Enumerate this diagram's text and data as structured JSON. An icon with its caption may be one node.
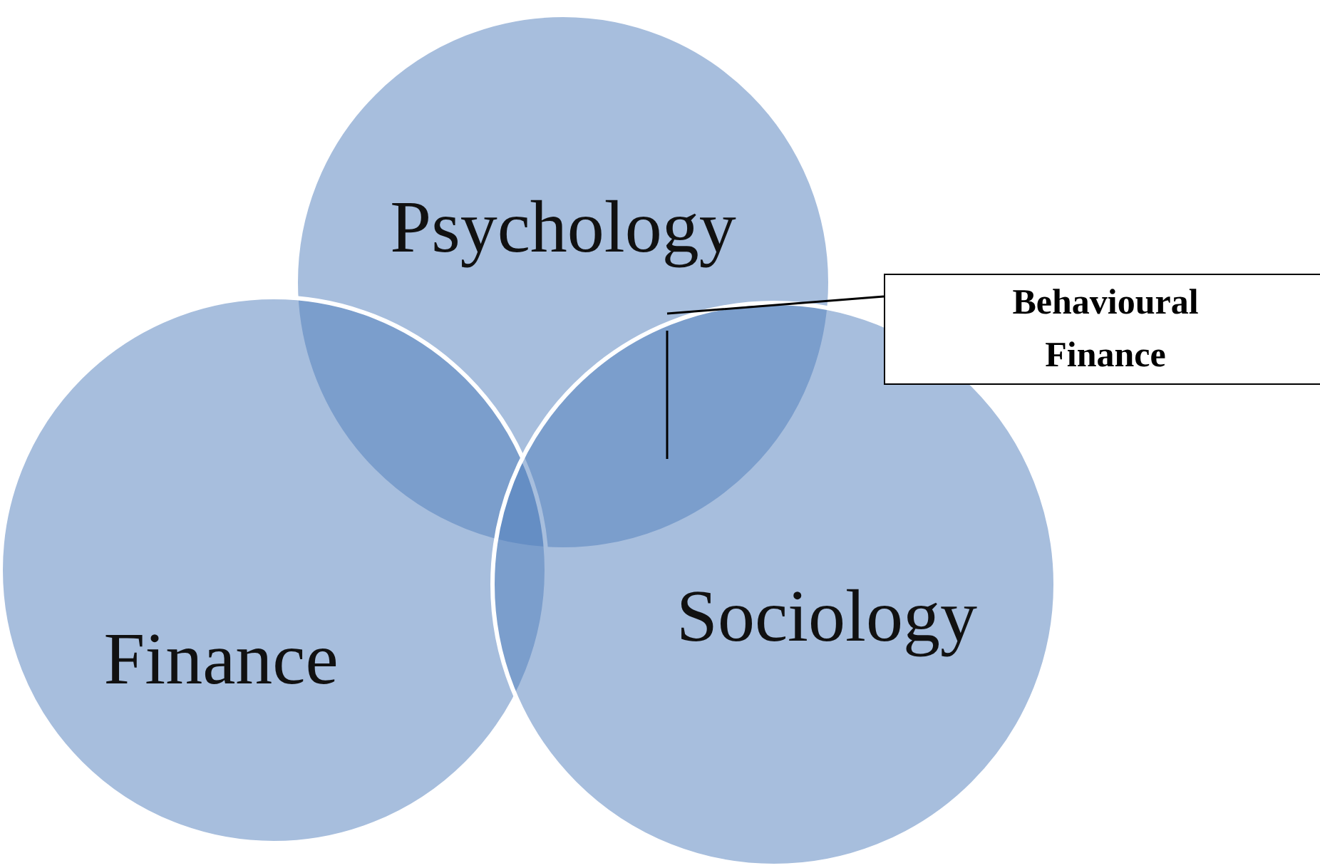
{
  "diagram": {
    "nodes": [
      {
        "text": [
          "Psychology"
        ]
      },
      {
        "text": [
          "Finance"
        ]
      },
      {
        "text": [
          "Sociology"
        ]
      },
      {
        "text": [
          "Behavioural Finance"
        ]
      }
    ],
    "edges": [
      {
        "from": 3,
        "to": 0,
        "arrow": "none"
      }
    ]
  }
}
